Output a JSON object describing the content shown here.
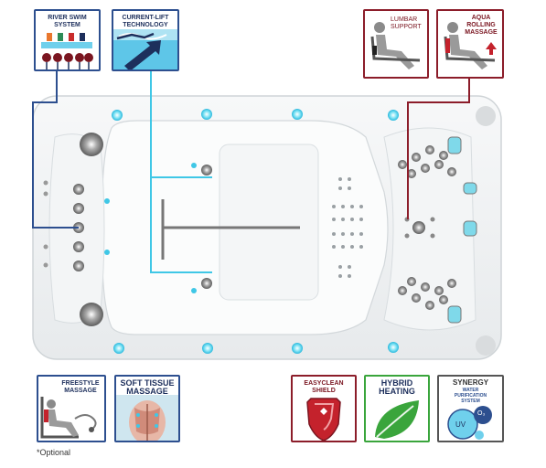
{
  "top_badges": {
    "river_swim": "RIVER SWIM SYSTEM",
    "current_lift": "CURRENT-LIFT TECHNOLOGY",
    "lumbar": "LUMBAR SUPPORT",
    "aqua_rolling": "AQUA ROLLING MASSAGE"
  },
  "bottom_badges": {
    "freestyle": "FREESTYLE MASSAGE",
    "soft_tissue": "SOFT TISSUE MASSAGE",
    "easyclean": "EASYCLEAN SHIELD",
    "hybrid": "HYBRID HEATING",
    "synergy_title": "SYNERGY",
    "synergy_sub": "WATER PURIFICATION SYSTEM",
    "uv": "UV",
    "o3": "O₃"
  },
  "footnote": "*Optional",
  "colors": {
    "navy": "#2d4f8f",
    "crimson": "#8c1d2a",
    "cyan": "#3fc7e6",
    "shield_red": "#c4222c",
    "leaf_green": "#3aa53c"
  }
}
